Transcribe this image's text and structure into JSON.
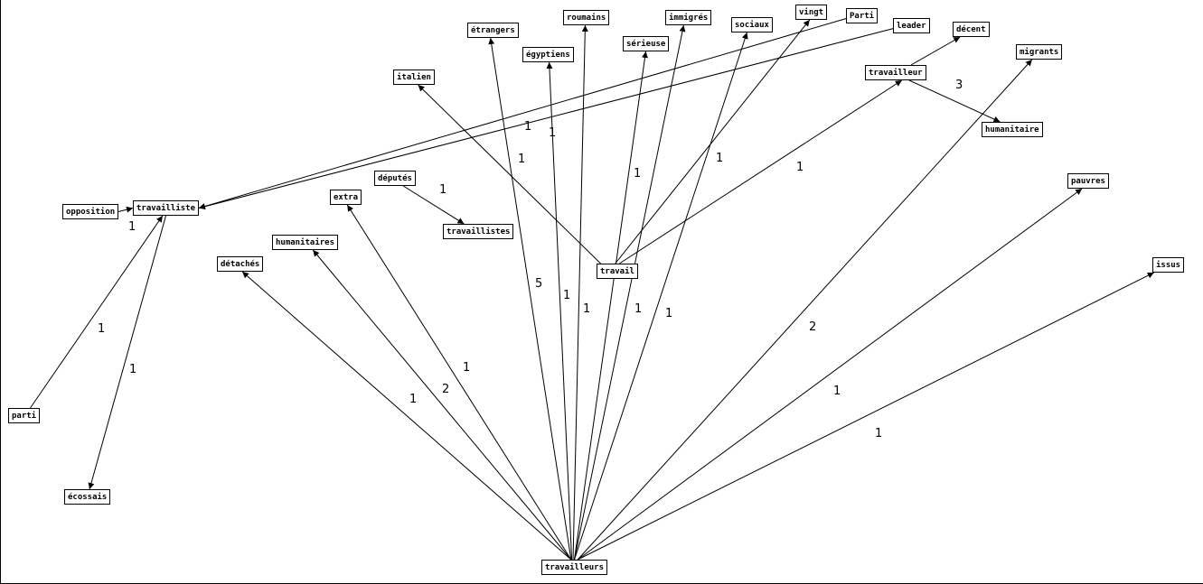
{
  "graph": {
    "nodes": [
      {
        "id": "etrangers",
        "label": "étrangers"
      },
      {
        "id": "roumains",
        "label": "roumains"
      },
      {
        "id": "immigres",
        "label": "immigrés"
      },
      {
        "id": "sociaux",
        "label": "sociaux"
      },
      {
        "id": "vingt",
        "label": "vingt"
      },
      {
        "id": "Parti",
        "label": "Parti"
      },
      {
        "id": "leader",
        "label": "leader"
      },
      {
        "id": "decent",
        "label": "décent"
      },
      {
        "id": "egyptiens",
        "label": "égyptiens"
      },
      {
        "id": "serieuse",
        "label": "sérieuse"
      },
      {
        "id": "migrants",
        "label": "migrants"
      },
      {
        "id": "italien",
        "label": "italien"
      },
      {
        "id": "travailleur",
        "label": "travailleur"
      },
      {
        "id": "humanitaire",
        "label": "humanitaire"
      },
      {
        "id": "deputes",
        "label": "députés"
      },
      {
        "id": "pauvres",
        "label": "pauvres"
      },
      {
        "id": "opposition",
        "label": "opposition"
      },
      {
        "id": "travailliste",
        "label": "travailliste"
      },
      {
        "id": "extra",
        "label": "extra"
      },
      {
        "id": "travaillistes",
        "label": "travaillistes"
      },
      {
        "id": "humanitaires",
        "label": "humanitaires"
      },
      {
        "id": "detaches",
        "label": "détachés"
      },
      {
        "id": "travail",
        "label": "travail"
      },
      {
        "id": "issus",
        "label": "issus"
      },
      {
        "id": "parti",
        "label": "parti"
      },
      {
        "id": "ecossais",
        "label": "écossais"
      },
      {
        "id": "travailleurs",
        "label": "travailleurs"
      }
    ],
    "edges": [
      {
        "from": "travailleurs",
        "to": "etrangers",
        "label": "5"
      },
      {
        "from": "travailleurs",
        "to": "roumains",
        "label": "1"
      },
      {
        "from": "travailleurs",
        "to": "egyptiens",
        "label": "1"
      },
      {
        "from": "travailleurs",
        "to": "serieuse",
        "label": "1"
      },
      {
        "from": "travailleurs",
        "to": "immigres",
        "label": "1"
      },
      {
        "from": "travailleurs",
        "to": "sociaux",
        "label": "1"
      },
      {
        "from": "travailleurs",
        "to": "migrants",
        "label": "2"
      },
      {
        "from": "travailleurs",
        "to": "pauvres",
        "label": "1"
      },
      {
        "from": "travailleurs",
        "to": "issus",
        "label": "1"
      },
      {
        "from": "travailleurs",
        "to": "extra",
        "label": "1"
      },
      {
        "from": "travailleurs",
        "to": "humanitaires",
        "label": "2"
      },
      {
        "from": "travailleurs",
        "to": "detaches",
        "label": "1"
      },
      {
        "from": "travail",
        "to": "italien",
        "label": "1"
      },
      {
        "from": "travail",
        "to": "vingt",
        "label": "1"
      },
      {
        "from": "travail",
        "to": "travailleur",
        "label": "1"
      },
      {
        "from": "travailleur",
        "to": "decent",
        "label": ""
      },
      {
        "from": "travailleur",
        "to": "humanitaire",
        "label": "3"
      },
      {
        "from": "Parti",
        "to": "travailliste",
        "label": "1"
      },
      {
        "from": "leader",
        "to": "travailliste",
        "label": "1"
      },
      {
        "from": "opposition",
        "to": "travailliste",
        "label": "1"
      },
      {
        "from": "parti",
        "to": "travailliste",
        "label": "1"
      },
      {
        "from": "travailliste",
        "to": "ecossais",
        "label": "1"
      },
      {
        "from": "deputes",
        "to": "travaillistes",
        "label": "1"
      }
    ]
  }
}
